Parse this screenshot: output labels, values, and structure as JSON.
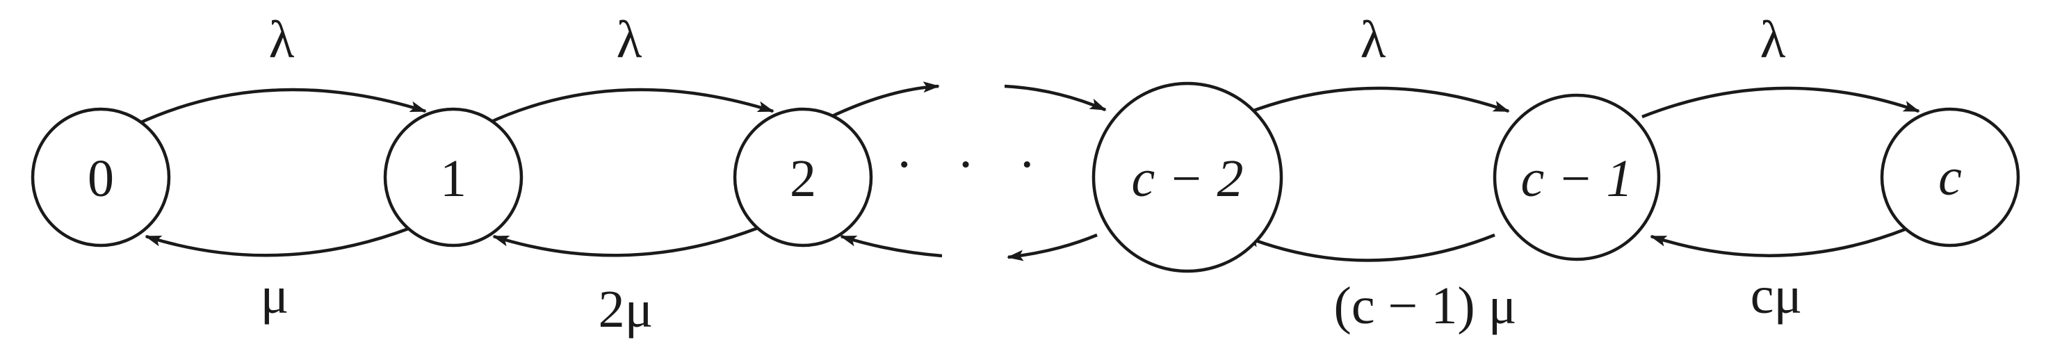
{
  "diagram": {
    "nodes": [
      {
        "id": "n0",
        "label": "0"
      },
      {
        "id": "n1",
        "label": "1"
      },
      {
        "id": "n2",
        "label": "2"
      },
      {
        "id": "nc2",
        "label": "c − 2"
      },
      {
        "id": "nc1",
        "label": "c − 1"
      },
      {
        "id": "nc",
        "label": "c"
      }
    ],
    "ellipsis": "· · ·",
    "forward_labels": [
      "λ",
      "λ",
      "λ",
      "λ"
    ],
    "backward_labels": [
      "μ",
      "2μ",
      "(c − 1) μ",
      "cμ"
    ]
  }
}
